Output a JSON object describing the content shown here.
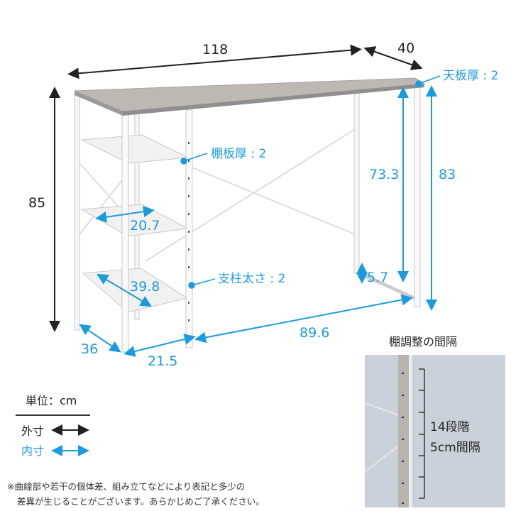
{
  "colors": {
    "outer": "#222222",
    "inner": "#1a9be0",
    "inset_bg": "#c9d2db"
  },
  "outer_dims": {
    "width": "118",
    "depth": "40",
    "height": "85",
    "height_right": "83"
  },
  "inner_dims": {
    "leg_clearance_height": "73.3",
    "crossbar_height": "5.7",
    "leg_clearance_width": "89.6",
    "shelf_depth_inner": "20.7",
    "shelf_width": "39.8",
    "side_depth": "36",
    "shelf_unit_width": "21.5"
  },
  "callouts": {
    "top_thickness": "天板厚 : 2",
    "shelf_thickness": "棚板厚 : 2",
    "pole_thickness": "支柱太さ : 2"
  },
  "legend": {
    "unit": "単位：cm",
    "outer": "外寸",
    "inner": "内寸"
  },
  "inset": {
    "title": "棚調整の間隔",
    "steps": "14段階",
    "interval": "5cm間隔"
  },
  "note": {
    "line1": "※曲線部や若干の個体差、組み立てなどにより表記と多少の",
    "line2": "差異が生じることがございます。あらかじめご了承ください。"
  }
}
